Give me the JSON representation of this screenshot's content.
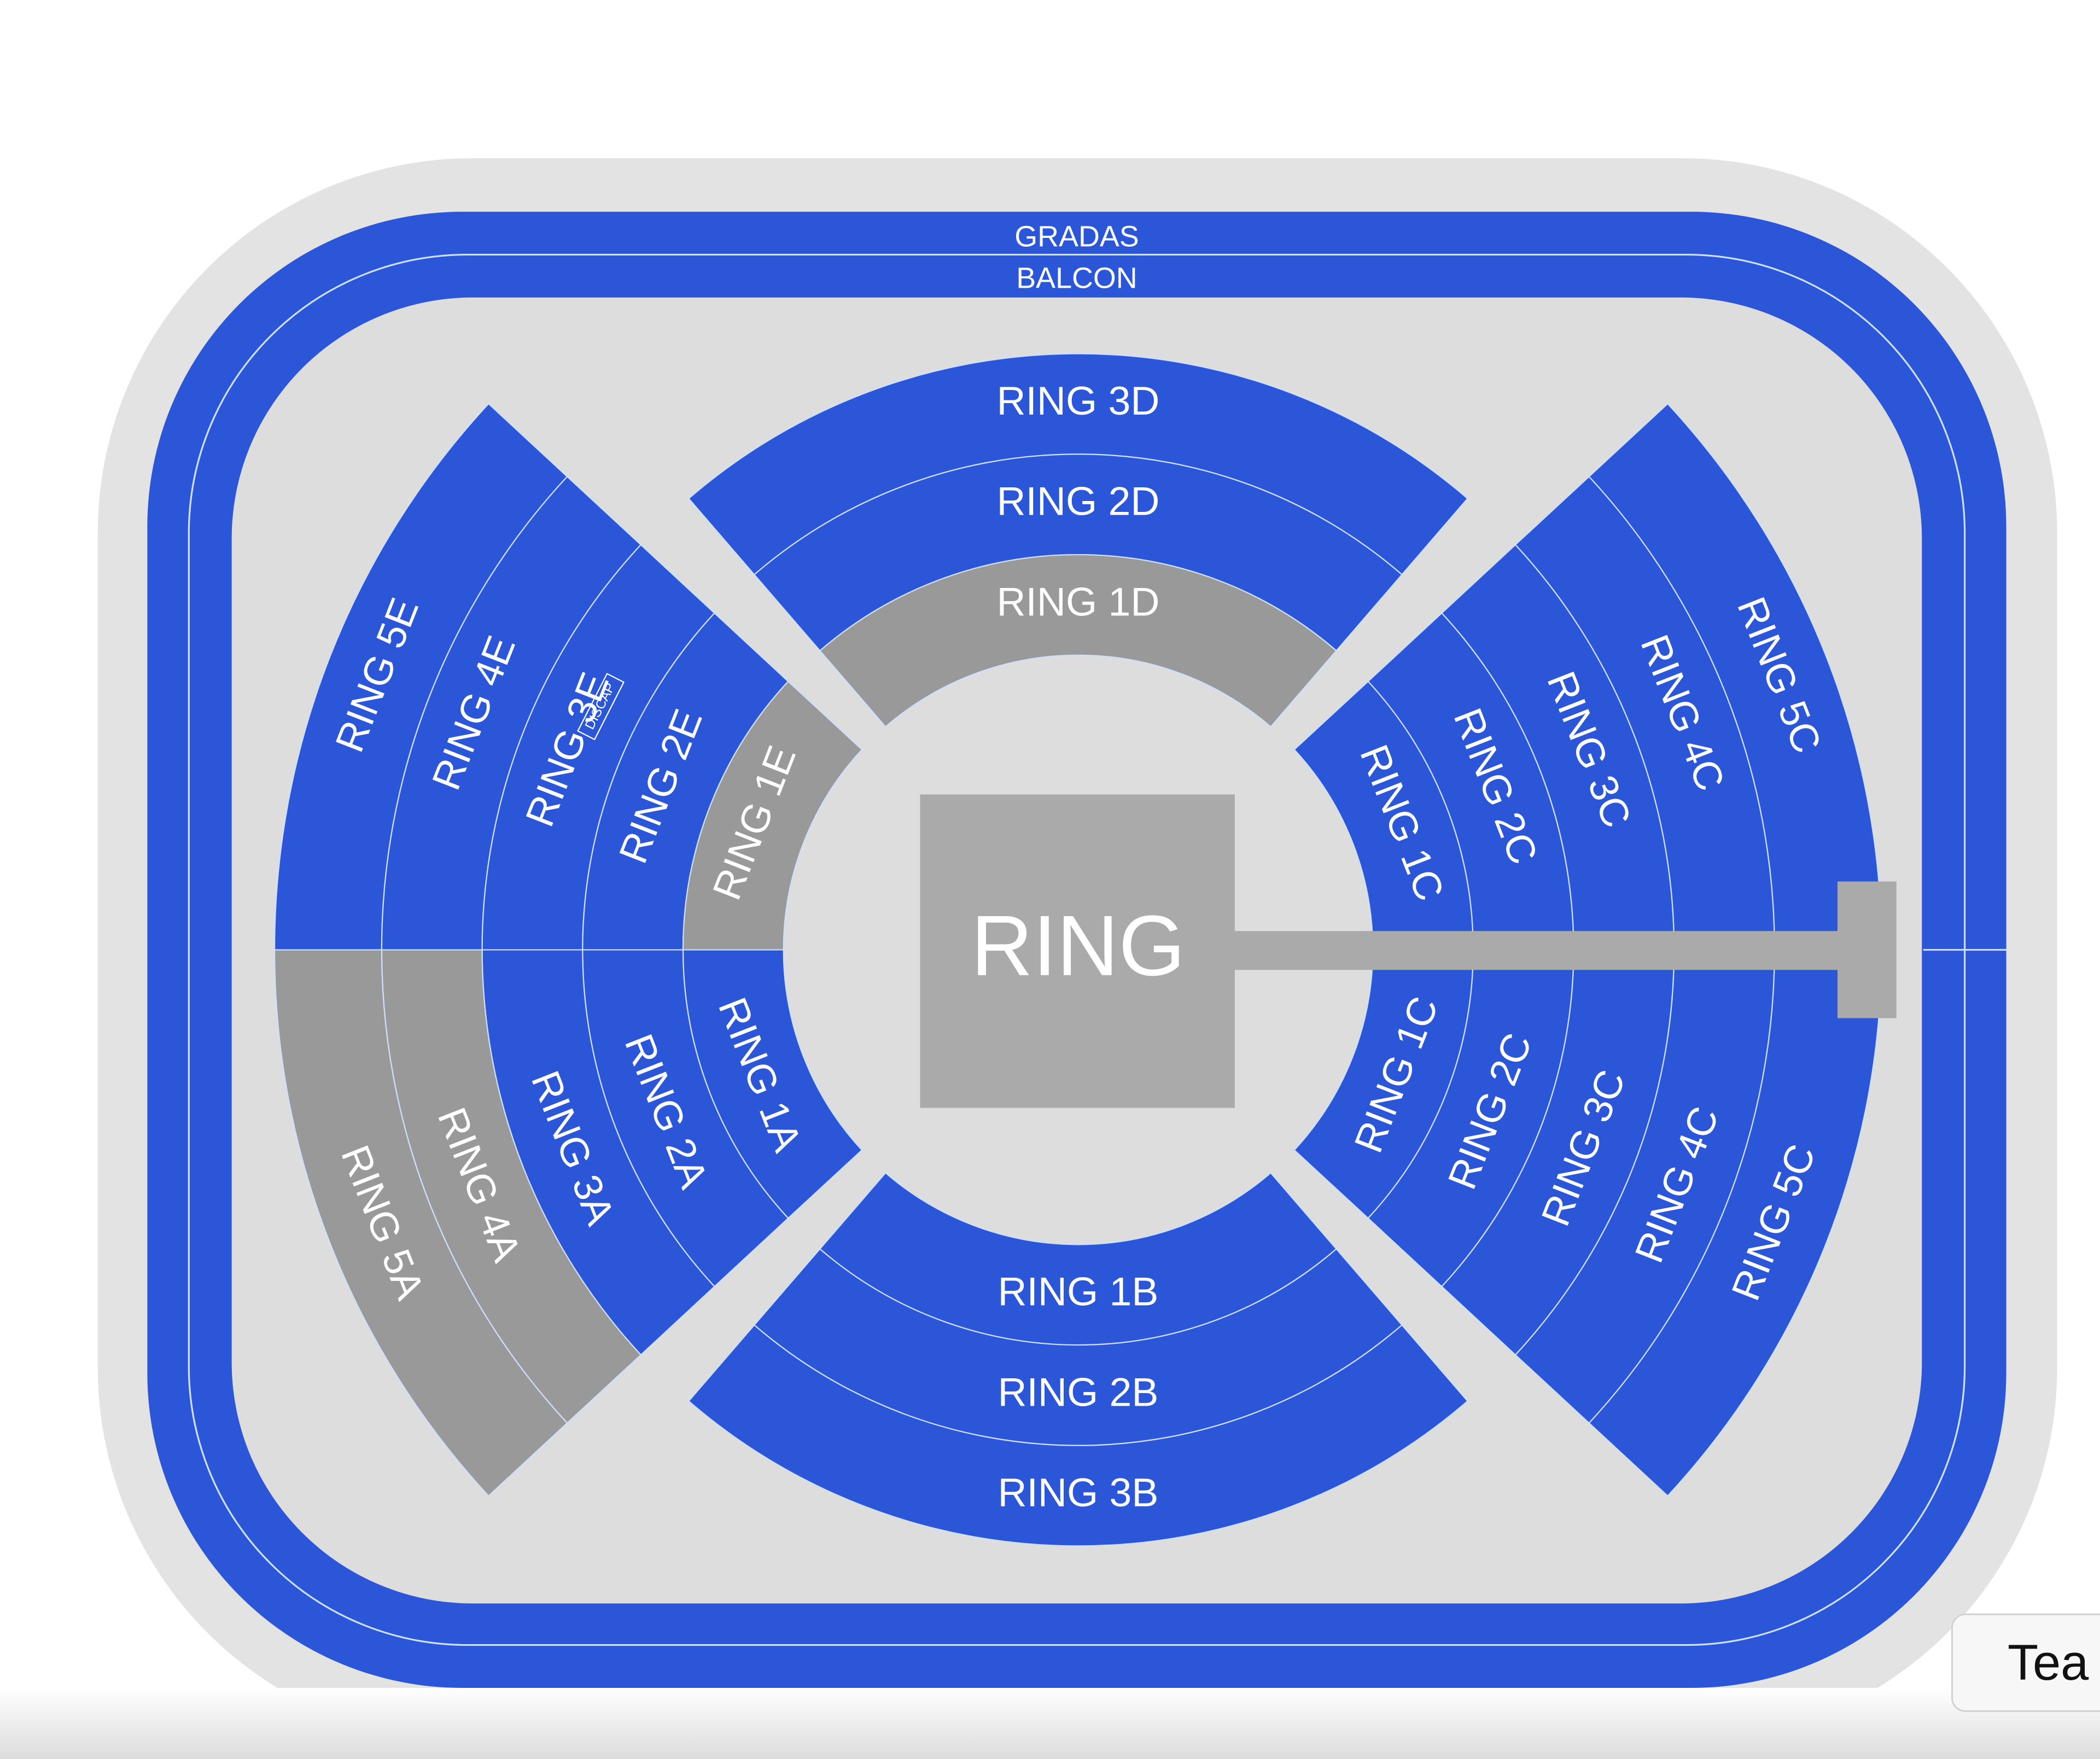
{
  "colors": {
    "available": "#2b56d8",
    "unavailable": "#999999",
    "walkway": "#dddddd",
    "outer_frame": "#e3e3e3",
    "ring_stage": "#aaaaaa",
    "divider": "#cfe0ff"
  },
  "map": {
    "tiers": {
      "gradas": "GRADAS",
      "balcon": "BALCON"
    },
    "stage_label": "RING",
    "discap_label": "DISCAP",
    "sections": [
      {
        "id": "ring-5e",
        "label": "RING 5E",
        "status": "available"
      },
      {
        "id": "ring-4e",
        "label": "RING 4E",
        "status": "available"
      },
      {
        "id": "ring-3e",
        "label": "RING 3E",
        "status": "available"
      },
      {
        "id": "ring-2e",
        "label": "RING 2E",
        "status": "available"
      },
      {
        "id": "ring-1e",
        "label": "RING 1E",
        "status": "unavailable"
      },
      {
        "id": "ring-3d",
        "label": "RING 3D",
        "status": "available"
      },
      {
        "id": "ring-2d",
        "label": "RING 2D",
        "status": "available"
      },
      {
        "id": "ring-1d",
        "label": "RING 1D",
        "status": "unavailable"
      },
      {
        "id": "ring-1c-upper",
        "label": "RING 1C",
        "status": "available"
      },
      {
        "id": "ring-2c-upper",
        "label": "RING 2C",
        "status": "available"
      },
      {
        "id": "ring-3c-upper",
        "label": "RING 3C",
        "status": "available"
      },
      {
        "id": "ring-4c-upper",
        "label": "RING 4C",
        "status": "available"
      },
      {
        "id": "ring-5c-upper",
        "label": "RING 5C",
        "status": "available"
      },
      {
        "id": "ring-1a",
        "label": "RING 1A",
        "status": "available"
      },
      {
        "id": "ring-2a",
        "label": "RING 2A",
        "status": "available"
      },
      {
        "id": "ring-3a",
        "label": "RING 3A",
        "status": "available"
      },
      {
        "id": "ring-4a",
        "label": "RING 4A",
        "status": "unavailable"
      },
      {
        "id": "ring-5a",
        "label": "RING 5A",
        "status": "unavailable"
      },
      {
        "id": "ring-1b",
        "label": "RING 1B",
        "status": "available"
      },
      {
        "id": "ring-2b",
        "label": "RING 2B",
        "status": "available"
      },
      {
        "id": "ring-3b",
        "label": "RING 3B",
        "status": "available"
      },
      {
        "id": "ring-1c-lower",
        "label": "RING 1C",
        "status": "available"
      },
      {
        "id": "ring-2c-lower",
        "label": "RING 2C",
        "status": "available"
      },
      {
        "id": "ring-3c-lower",
        "label": "RING 3C",
        "status": "available"
      },
      {
        "id": "ring-4c-lower",
        "label": "RING 4C",
        "status": "available"
      },
      {
        "id": "ring-5c-lower",
        "label": "RING 5C",
        "status": "available"
      }
    ]
  },
  "corner_button": {
    "label": "Tea"
  }
}
